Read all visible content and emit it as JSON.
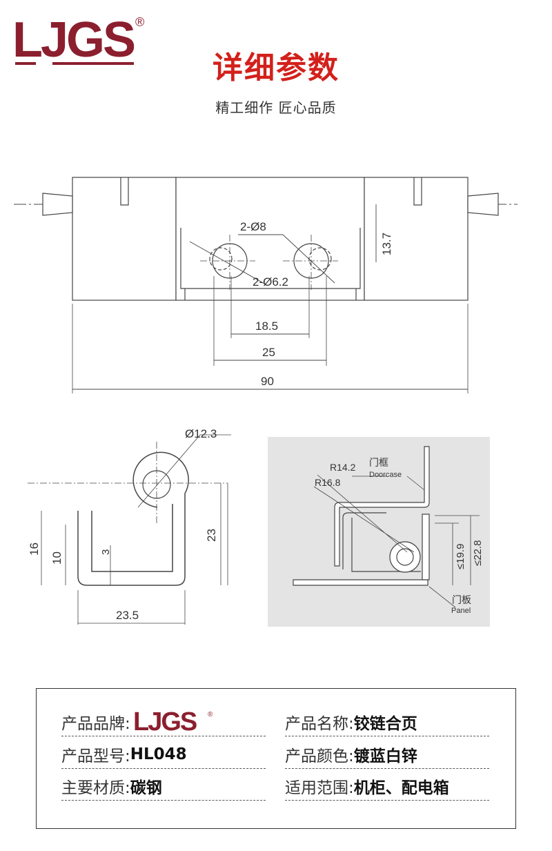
{
  "brand": {
    "logo_text": "LJGS",
    "registered": "®"
  },
  "header": {
    "title": "详细参数",
    "subtitle": "精工细作 匠心品质"
  },
  "front_view": {
    "dims": {
      "holes_large": "2-Ø8",
      "holes_small": "2-Ø6.2",
      "height": "13.7",
      "hole_spacing": "18.5",
      "outer_spacing": "25",
      "length": "90"
    }
  },
  "side_view": {
    "dims": {
      "diameter": "Ø12.3",
      "height_23": "23",
      "height_16": "16",
      "height_10": "10",
      "thickness": "3",
      "width": "23.5"
    }
  },
  "install_view": {
    "labels": {
      "r1": "R14.2",
      "r2": "R16.8",
      "doorcase_cn": "门框",
      "doorcase_en": "Doorcase",
      "panel_cn": "门板",
      "panel_en": "Panel",
      "d1": "≤19.9",
      "d2": "≤22.8"
    }
  },
  "specs": {
    "brand_label": "产品品牌:",
    "brand_value": "LJGS",
    "name_label": "产品名称:",
    "name_value": "铰链合页",
    "model_label": "产品型号:",
    "model_value": "HL048",
    "color_label": "产品颜色:",
    "color_value": "镀蓝白锌",
    "material_label": "主要材质:",
    "material_value": "碳钢",
    "usage_label": "适用范围:",
    "usage_value": "机柜、配电箱"
  },
  "colors": {
    "brand": "#8b1f2e",
    "title": "#d3201b"
  }
}
